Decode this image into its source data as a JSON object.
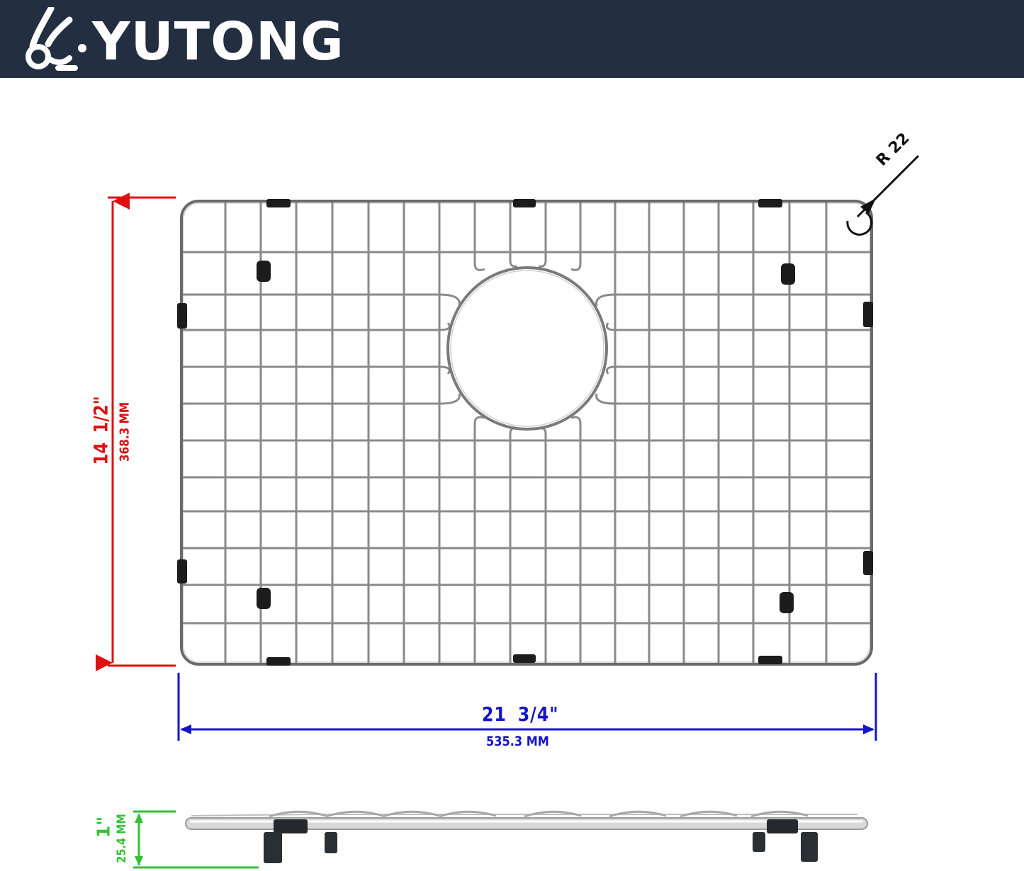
{
  "header": {
    "brand": "YUTONG",
    "background_color": "#232e41",
    "logo_icon": "rabbit-logo-icon"
  },
  "product": {
    "name": "sink bottom grid",
    "grid": {
      "vertical_wire_count": 18,
      "horizontal_wire_count": 11,
      "drain_opening": "circular center cutout"
    }
  },
  "dimensions": {
    "width": {
      "inches": "21  3/4\"",
      "mm": "535.3 MM",
      "color": "#1414c8"
    },
    "height": {
      "inches": "14  1/2\"",
      "mm": "368.3 MM",
      "color": "#dd1111"
    },
    "depth": {
      "inches": "1\"",
      "mm": "25.4 MM",
      "color": "#33c233"
    },
    "corner_radius": {
      "label": "R 22"
    }
  }
}
